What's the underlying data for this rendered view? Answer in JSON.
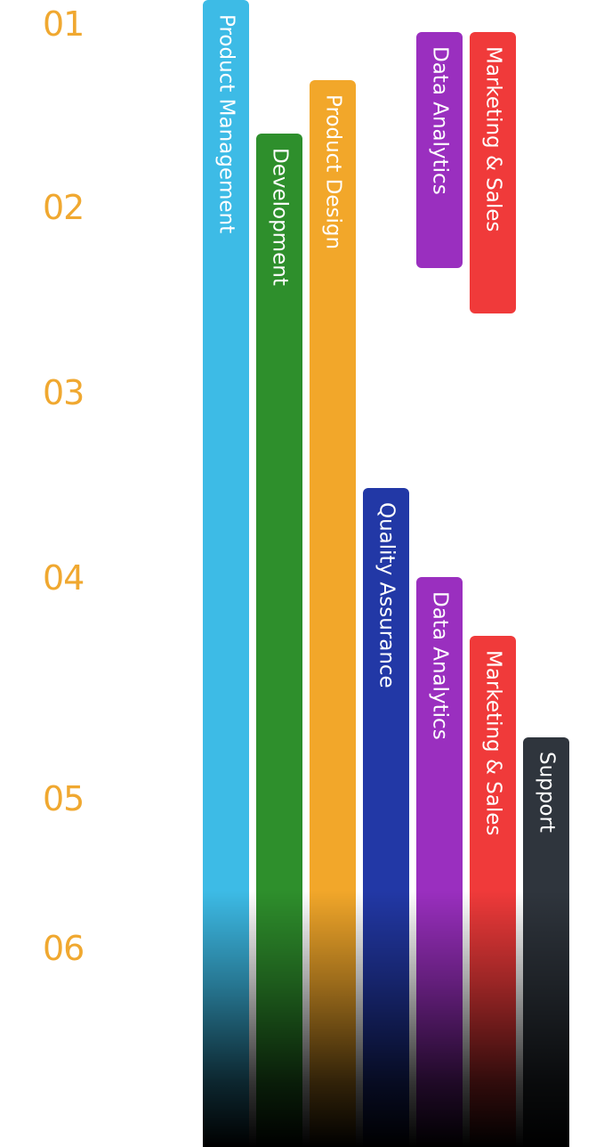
{
  "phases": [
    "01",
    "02",
    "03",
    "04",
    "05",
    "06"
  ],
  "departments": {
    "product_management": {
      "label": "Product Management",
      "color": "#3dbbe6"
    },
    "development": {
      "label": "Development",
      "color": "#2e8f2c"
    },
    "product_design": {
      "label": "Product Design",
      "color": "#f2a72a"
    },
    "data_analytics_early": {
      "label": "Data Analytics",
      "color": "#9a2fbf"
    },
    "marketing_sales_early": {
      "label": "Marketing & Sales",
      "color": "#f03a3a"
    },
    "quality_assurance": {
      "label": "Quality Assurance",
      "color": "#2238a6"
    },
    "data_analytics": {
      "label": "Data Analytics",
      "color": "#9a2fbf"
    },
    "marketing_sales": {
      "label": "Marketing & Sales",
      "color": "#f03a3a"
    },
    "support": {
      "label": "Support",
      "color": "#2f353d"
    }
  }
}
